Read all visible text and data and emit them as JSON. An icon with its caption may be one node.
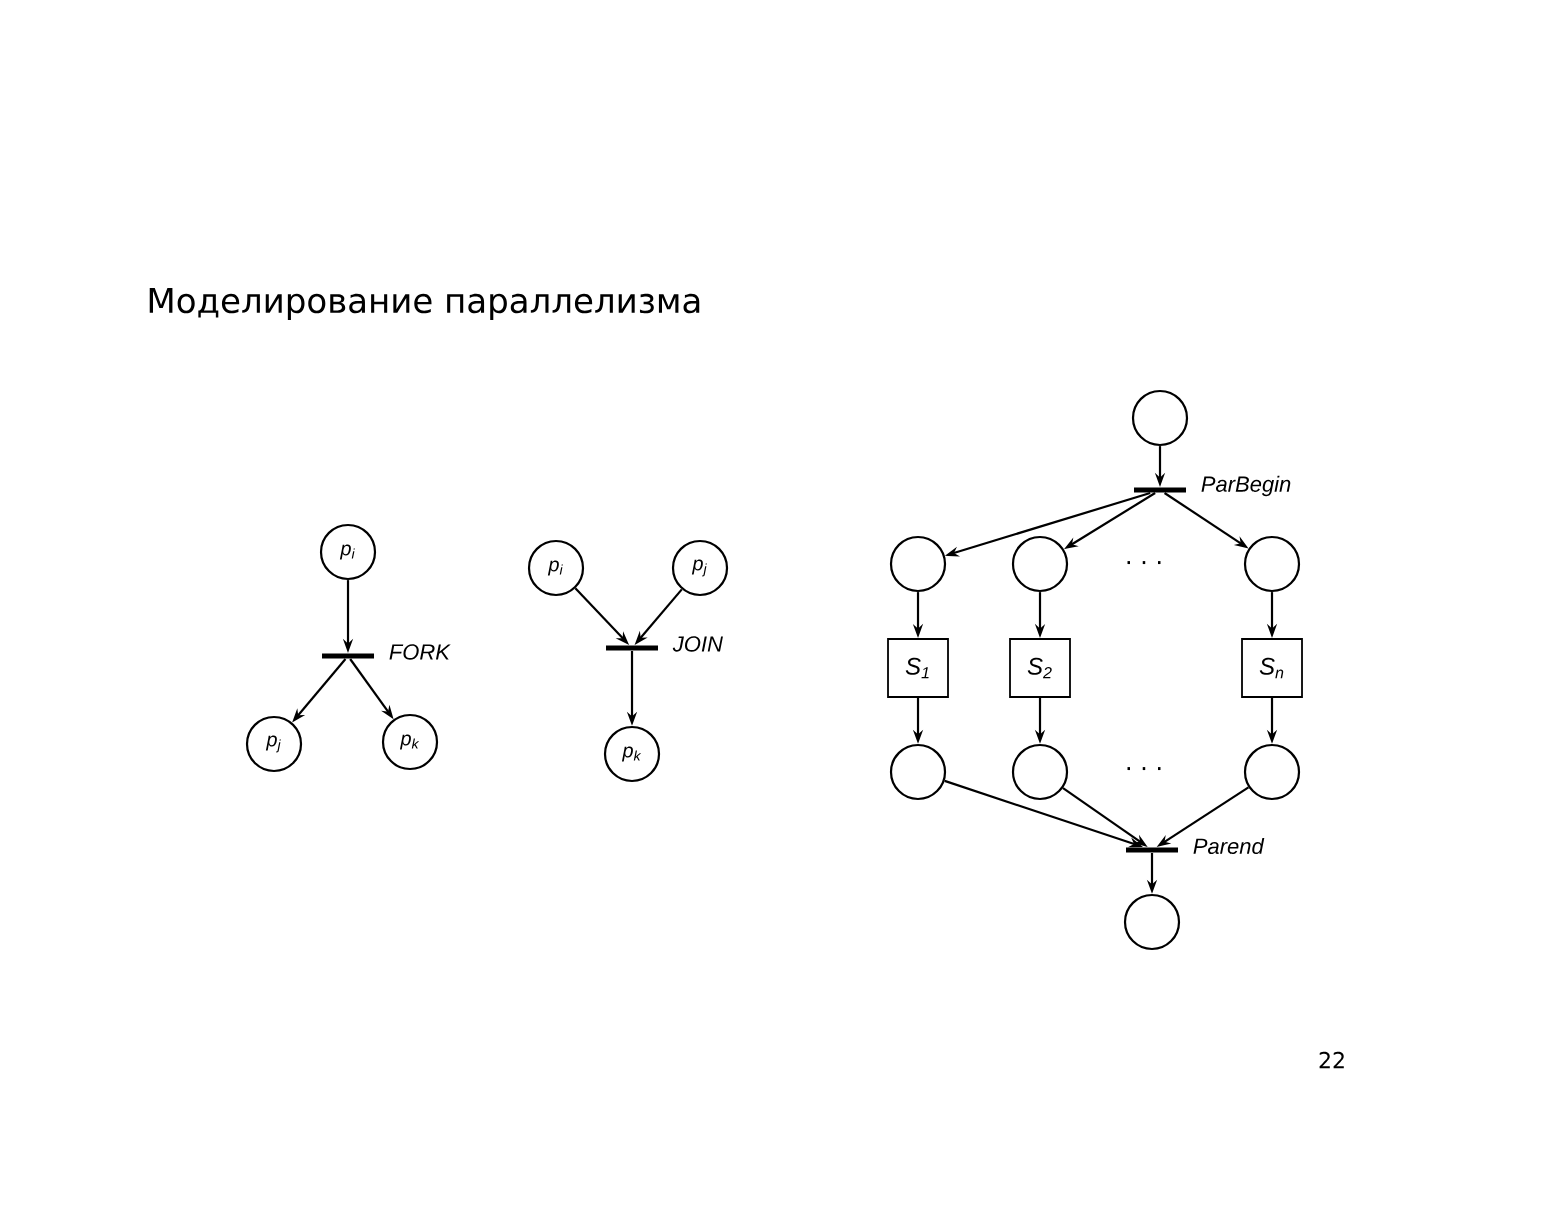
{
  "diagram": {
    "title": "Моделирование параллелизма",
    "nodes": [
      {
        "text": [
          "p$_{i}$"
        ]
      },
      {
        "text": [],
        "shape": "bar",
        "beside": [
          "FORK"
        ]
      },
      {
        "text": [
          "p$_{j}$"
        ]
      },
      {
        "text": [
          "p$_{k}$"
        ]
      },
      {
        "text": [
          "p$_{i}$"
        ]
      },
      {
        "text": [
          "p$_{j}$"
        ]
      },
      {
        "text": [],
        "shape": "bar",
        "beside": [
          "JOIN"
        ]
      },
      {
        "text": [
          "p$_{k}$"
        ]
      },
      {
        "text": [],
        "shape": "circle"
      },
      {
        "text": [],
        "shape": "bar",
        "beside": [
          "ParBegin"
        ]
      },
      {
        "text": [],
        "shape": "circle"
      },
      {
        "text": [],
        "shape": "circle"
      },
      {
        "text": [],
        "shape": "circle"
      },
      {
        "text": [
          "S$_{1}$"
        ]
      },
      {
        "text": [
          "S$_{2}$"
        ]
      },
      {
        "text": [
          "S$_{n}$"
        ]
      },
      {
        "text": [],
        "shape": "circle"
      },
      {
        "text": [],
        "shape": "circle"
      },
      {
        "text": [],
        "shape": "circle"
      },
      {
        "text": [],
        "shape": "bar",
        "beside": [
          "Parend"
        ]
      },
      {
        "text": [],
        "shape": "circle"
      }
    ],
    "edges": [
      {
        "from": 0,
        "to": 1,
        "arrow": "to"
      },
      {
        "from": 1,
        "to": 2,
        "arrow": "to"
      },
      {
        "from": 1,
        "to": 3,
        "arrow": "to"
      },
      {
        "from": 4,
        "to": 6,
        "arrow": "to"
      },
      {
        "from": 5,
        "to": 6,
        "arrow": "to"
      },
      {
        "from": 6,
        "to": 7,
        "arrow": "to"
      },
      {
        "from": 8,
        "to": 9,
        "arrow": "to"
      },
      {
        "from": 9,
        "to": 10,
        "arrow": "to"
      },
      {
        "from": 9,
        "to": 11,
        "arrow": "to"
      },
      {
        "from": 9,
        "to": 12,
        "arrow": "to"
      },
      {
        "from": 10,
        "to": 13,
        "arrow": "to"
      },
      {
        "from": 11,
        "to": 14,
        "arrow": "to"
      },
      {
        "from": 12,
        "to": 15,
        "arrow": "to"
      },
      {
        "from": 13,
        "to": 16,
        "arrow": "to"
      },
      {
        "from": 14,
        "to": 17,
        "arrow": "to"
      },
      {
        "from": 15,
        "to": 18,
        "arrow": "to"
      },
      {
        "from": 16,
        "to": 19,
        "arrow": "to"
      },
      {
        "from": 17,
        "to": 19,
        "arrow": "to"
      },
      {
        "from": 18,
        "to": 19,
        "arrow": "to"
      },
      {
        "from": 19,
        "to": 20,
        "arrow": "to"
      }
    ],
    "labels": [
      "· · ·",
      "· · ·",
      "22"
    ]
  }
}
